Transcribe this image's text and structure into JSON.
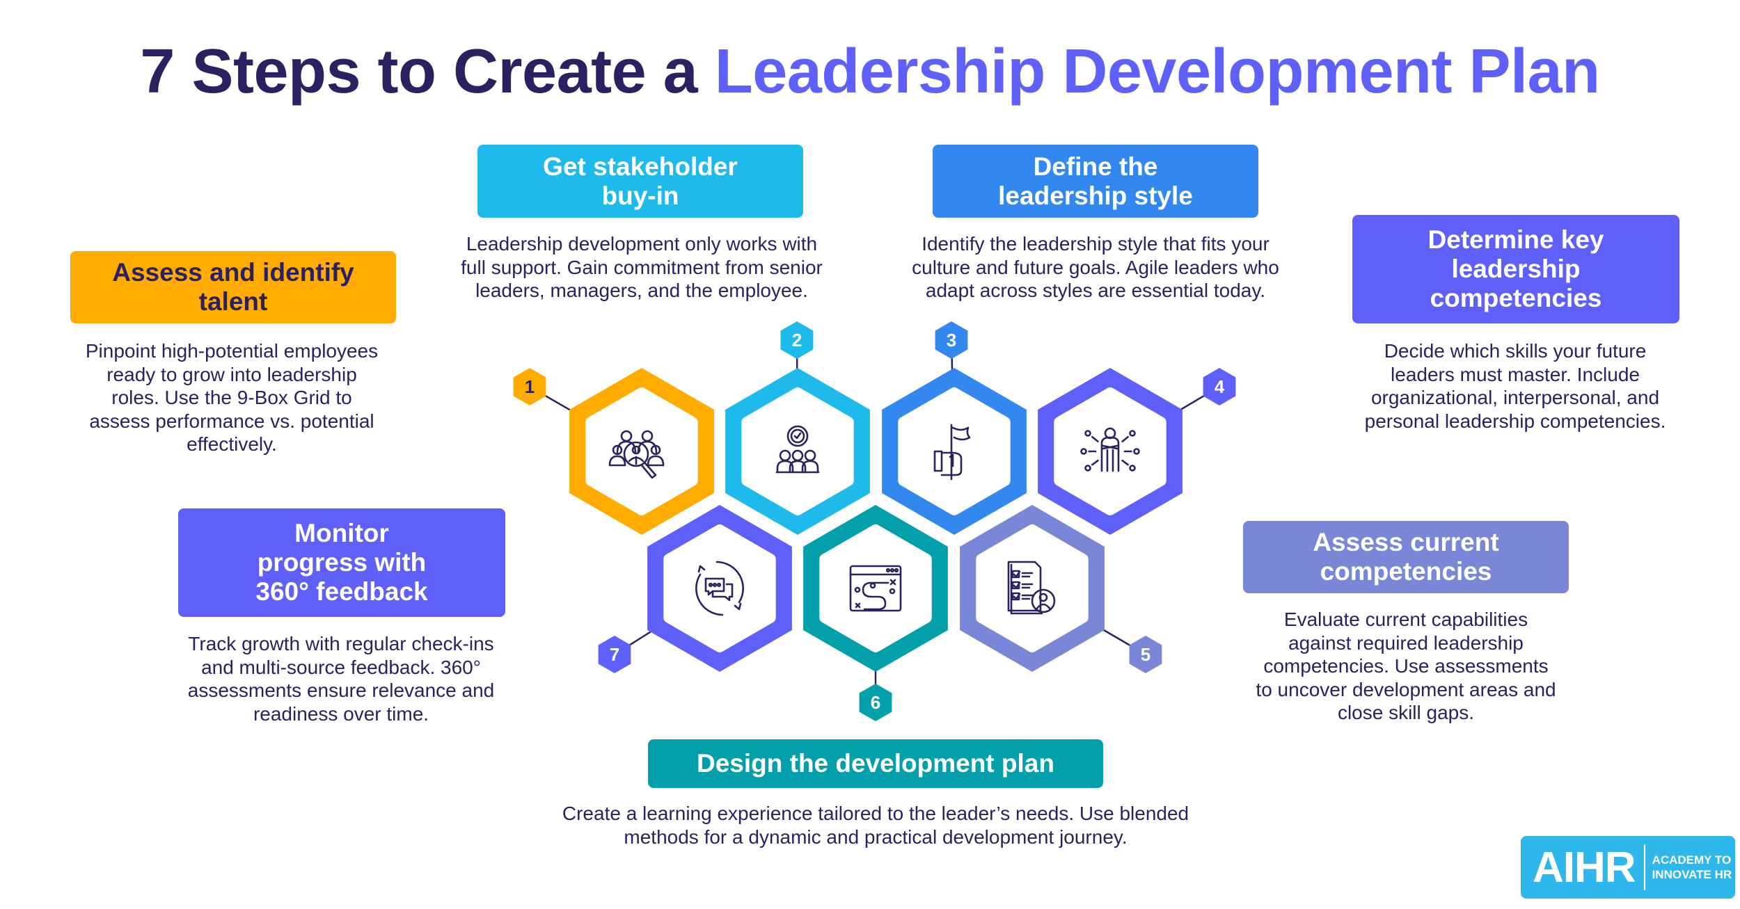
{
  "title": {
    "part1": "7 Steps to Create a ",
    "part2": "Leadership Development Plan"
  },
  "colors": {
    "dark": "#2B2160",
    "accent": "#5F5FFA"
  },
  "steps": [
    {
      "number": "1",
      "color": "#FFAB00",
      "icon": "talent-search-icon",
      "heading": [
        "Assess and identify",
        "talent"
      ],
      "description": [
        "Pinpoint high-potential employees",
        "ready to grow into leadership",
        "roles. Use the 9-Box Grid to",
        "assess performance vs. potential",
        "effectively."
      ]
    },
    {
      "number": "2",
      "color": "#1FBAEC",
      "icon": "stakeholder-group-icon",
      "heading": [
        "Get stakeholder",
        "buy-in"
      ],
      "description": [
        "Leadership development only works with",
        "full support. Gain commitment from senior",
        "leaders, managers, and the employee."
      ]
    },
    {
      "number": "3",
      "color": "#3388F0",
      "icon": "hand-flag-icon",
      "heading": [
        "Define the",
        "leadership style"
      ],
      "description": [
        "Identify the leadership style that fits your",
        "culture and future goals. Agile leaders who",
        "adapt across styles are essential today."
      ]
    },
    {
      "number": "4",
      "color": "#5F5FFA",
      "icon": "leader-network-icon",
      "heading": [
        "Determine key",
        "leadership",
        "competencies"
      ],
      "description": [
        "Decide which skills your future",
        "leaders must master. Include",
        "organizational, interpersonal, and",
        "personal leadership competencies."
      ]
    },
    {
      "number": "5",
      "color": "#7A86D6",
      "icon": "checklist-person-icon",
      "heading": [
        "Assess current",
        "competencies"
      ],
      "description": [
        "Evaluate current capabilities",
        "against required leadership",
        "competencies. Use assessments",
        "to uncover development areas and",
        "close skill gaps."
      ]
    },
    {
      "number": "6",
      "color": "#03A0AC",
      "icon": "strategy-plan-icon",
      "heading": [
        "Design the development plan"
      ],
      "description": [
        "Create a learning experience tailored to the leader’s needs. Use blended",
        "methods for a dynamic and practical development journey."
      ]
    },
    {
      "number": "7",
      "color": "#5F5FFA",
      "icon": "feedback-cycle-icon",
      "heading": [
        "Monitor",
        "progress with",
        "360° feedback"
      ],
      "description": [
        "Track growth with regular check-ins",
        "and multi-source feedback. 360°",
        "assessments ensure relevance and",
        "readiness over time."
      ]
    }
  ],
  "logo": {
    "mark": "AIHR",
    "line1": "ACADEMY TO",
    "line2": "INNOVATE HR"
  }
}
